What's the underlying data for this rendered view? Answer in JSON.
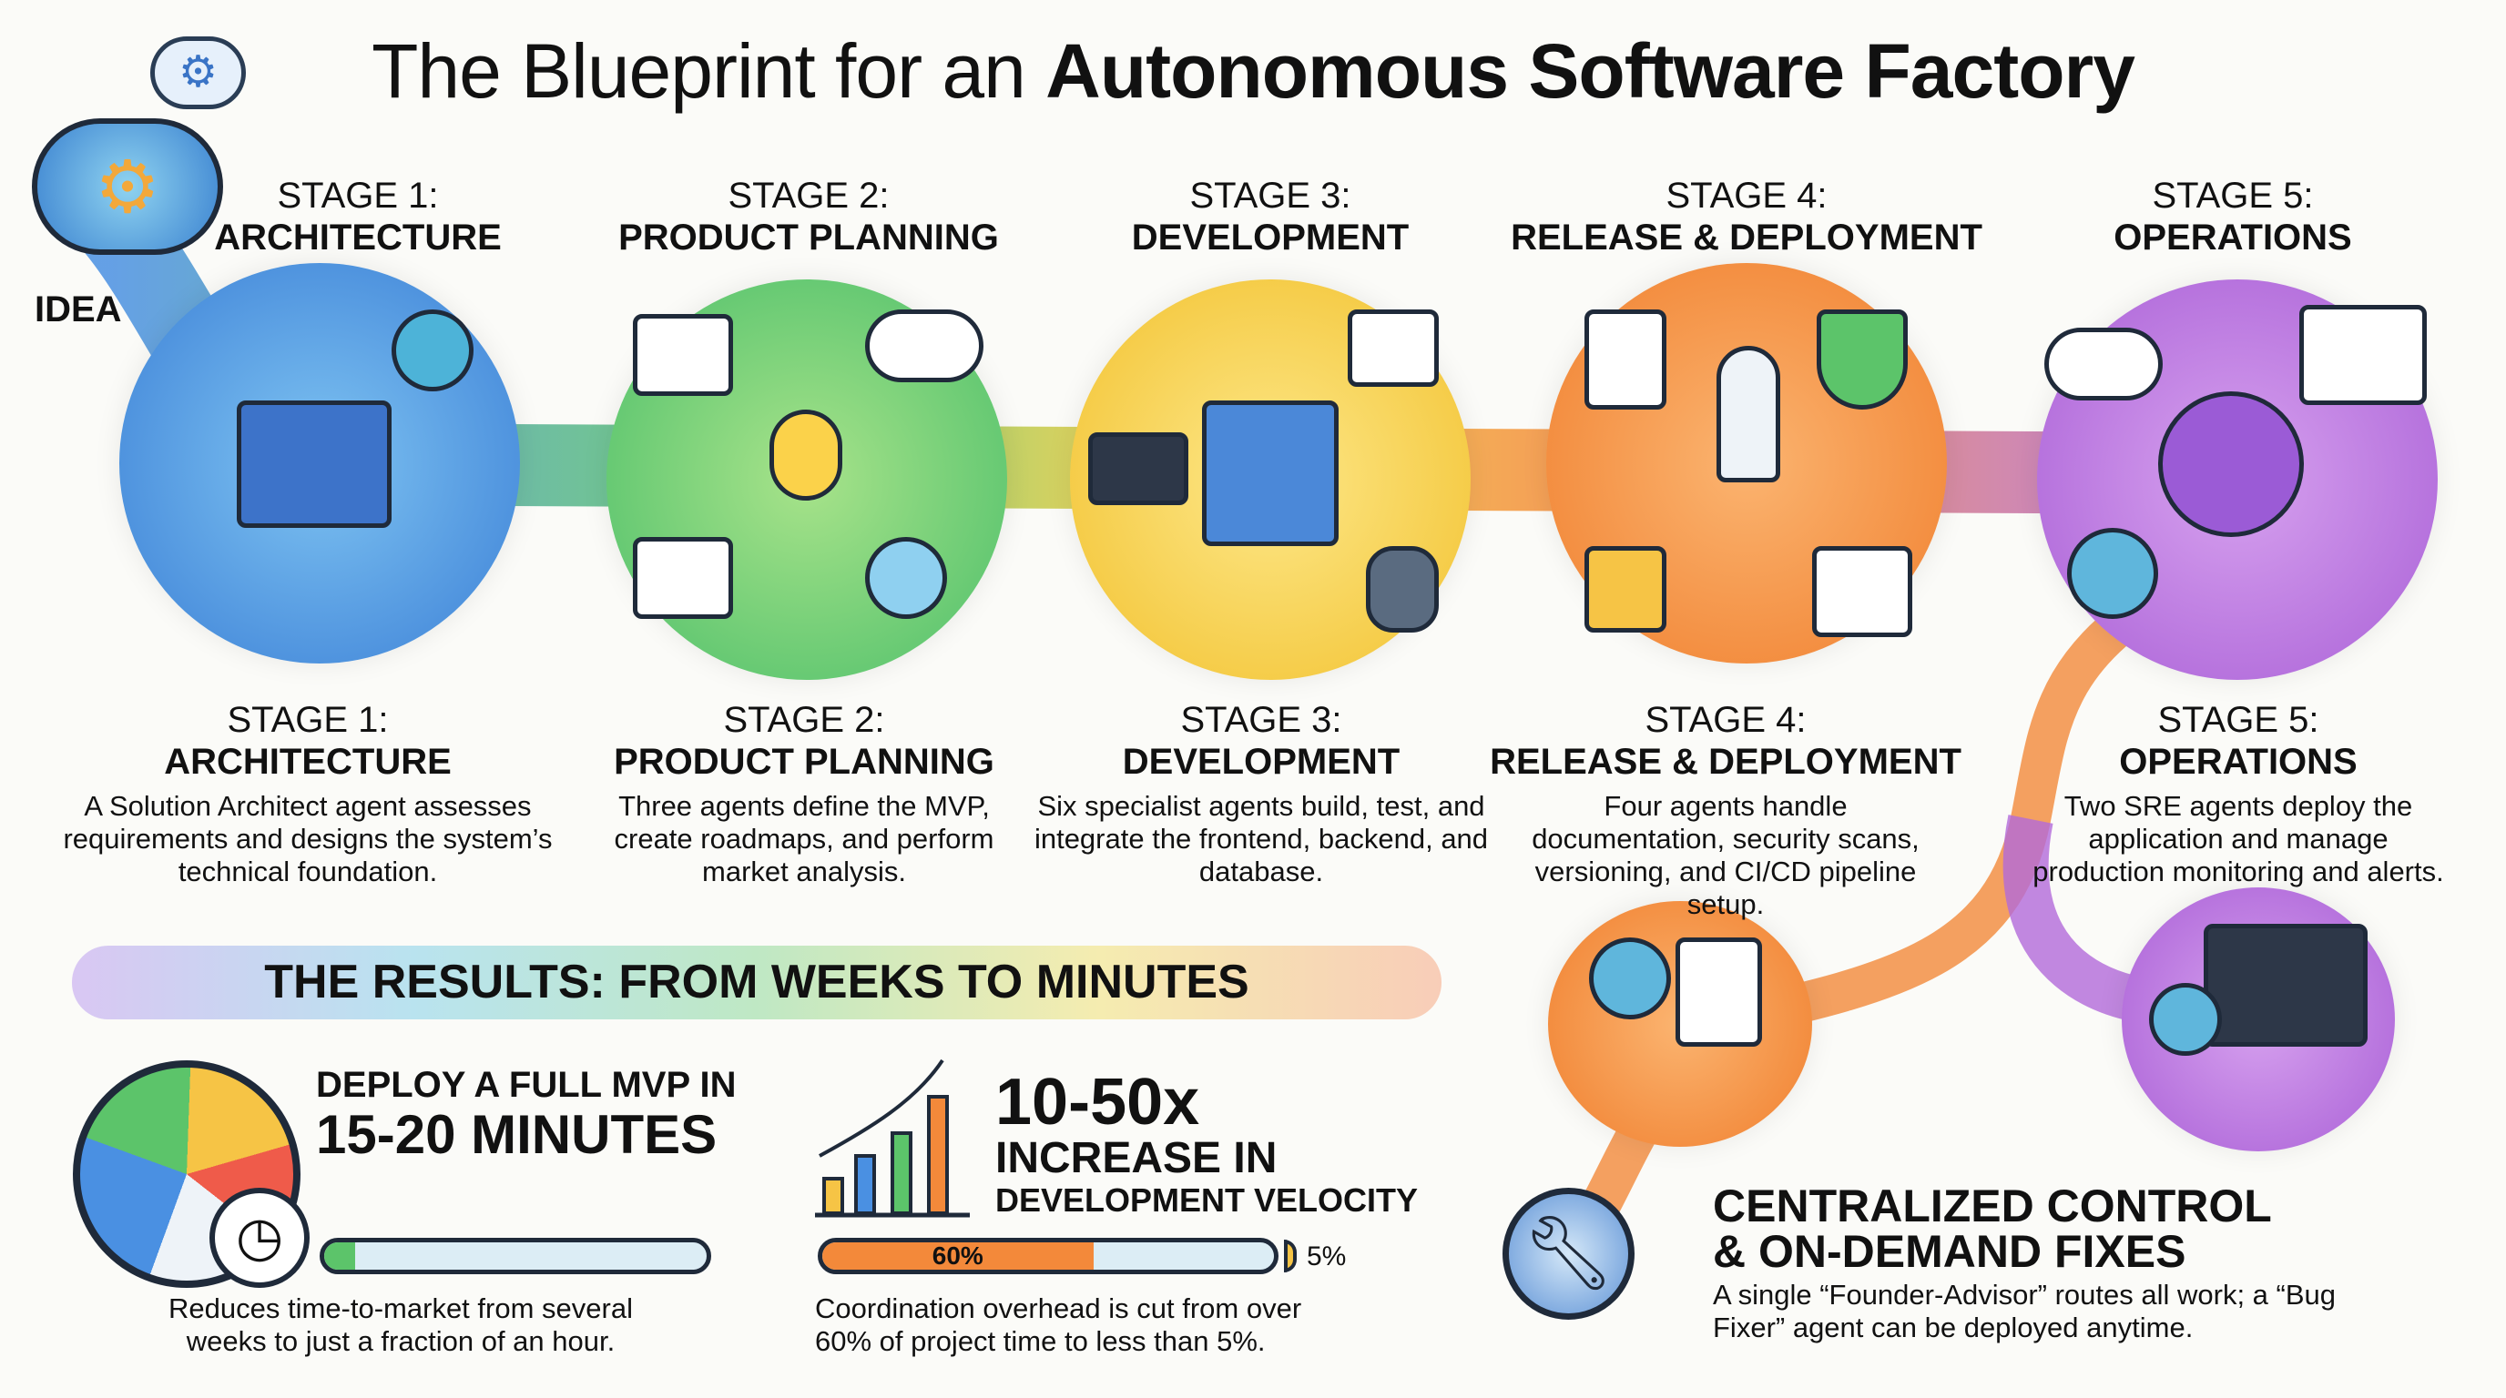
{
  "title": {
    "prefix": "The Blueprint for an ",
    "bold": "Autonomous Software Factory"
  },
  "idea_label": "IDEA",
  "stages": [
    {
      "number": "STAGE 1:",
      "name": "ARCHITECTURE",
      "description": "A Solution Architect agent assesses requirements and designs the system’s technical foundation.",
      "color": "#4a90e2"
    },
    {
      "number": "STAGE 2:",
      "name": "PRODUCT PLANNING",
      "description": "Three agents define the MVP, create roadmaps, and perform market analysis.",
      "color": "#5cc46a"
    },
    {
      "number": "STAGE 3:",
      "name": "DEVELOPMENT",
      "description": "Six specialist agents build, test, and integrate the frontend, backend, and database.",
      "color": "#f3cc3a"
    },
    {
      "number": "STAGE 4:",
      "name": "RELEASE & DEPLOYMENT",
      "description": "Four agents handle documentation, security scans, versioning, and CI/CD pipeline setup.",
      "color": "#f3893a"
    },
    {
      "number": "STAGE 5:",
      "name": "OPERATIONS",
      "description": "Two SRE agents deploy the application and manage production monitoring and alerts.",
      "color": "#b36ad9"
    }
  ],
  "results": {
    "banner": "THE RESULTS: FROM WEEKS TO MINUTES",
    "mvp": {
      "line1": "DEPLOY A FULL MVP IN",
      "line2": "15-20 MINUTES",
      "description": "Reduces time-to-market from several weeks to just a fraction of an hour.",
      "bar_fill_percent": 8
    },
    "velocity": {
      "line1": "10-50x",
      "line2": "INCREASE IN",
      "line3": "DEVELOPMENT VELOCITY",
      "bar_label": "60%",
      "bar_fill_percent": 60,
      "marker_label": "5%",
      "description": "Coordination overhead is cut from over 60% of project time to less than 5%."
    }
  },
  "control": {
    "line1": "CENTRALIZED CONTROL",
    "line2": "& ON-DEMAND FIXES",
    "description": "A single “Founder-Advisor” routes all work; a “Bug Fixer” agent can be deployed anytime."
  }
}
